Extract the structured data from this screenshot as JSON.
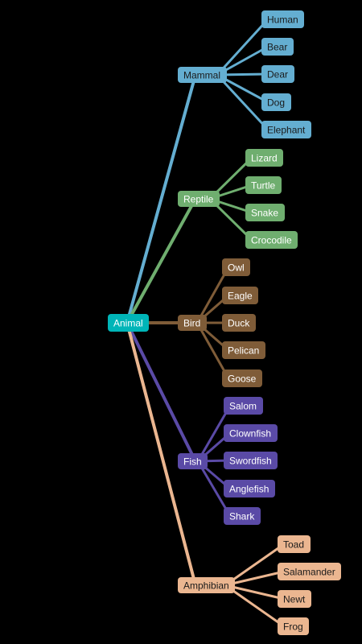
{
  "root": {
    "label": "Animal",
    "color": "#00b5b8",
    "text_color": "#ffffff"
  },
  "categories": [
    {
      "label": "Mammal",
      "color": "#64aed1",
      "text_color": "#1a1a1a",
      "children": [
        "Human",
        "Bear",
        "Dear",
        "Dog",
        "Elephant"
      ]
    },
    {
      "label": "Reptile",
      "color": "#6fae6f",
      "text_color": "#ffffff",
      "children": [
        "Lizard",
        "Turtle",
        "Snake",
        "Crocodile"
      ]
    },
    {
      "label": "Bird",
      "color": "#7f5c38",
      "text_color": "#ffffff",
      "children": [
        "Owl",
        "Eagle",
        "Duck",
        "Pelican",
        "Goose"
      ]
    },
    {
      "label": "Fish",
      "color": "#5a4aa6",
      "text_color": "#ffffff",
      "children": [
        "Salom",
        "Clownfish",
        "Swordfish",
        "Anglefish",
        "Shark"
      ]
    },
    {
      "label": "Amphibian",
      "color": "#ebb690",
      "text_color": "#1a1a1a",
      "children": [
        "Toad",
        "Salamander",
        "Newt",
        "Frog"
      ]
    }
  ]
}
